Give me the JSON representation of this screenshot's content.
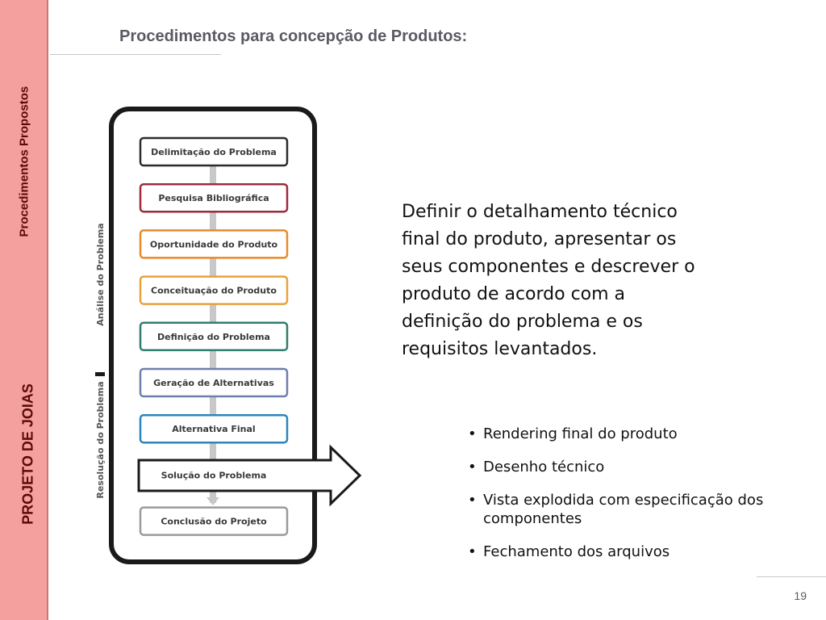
{
  "sidebar": {
    "section_label": "Procedimentos Propostos",
    "project_label": "PROJETO DE JOIAS"
  },
  "header": {
    "title": "Procedimentos para concepção de Produtos:"
  },
  "diagram": {
    "steps": [
      {
        "label": "Delimitação do Problema",
        "color": "#2b2b2b"
      },
      {
        "label": "Pesquisa Bibliográfica",
        "color": "#9c2a3b"
      },
      {
        "label": "Oportunidade do Produto",
        "color": "#e88a2a"
      },
      {
        "label": "Conceituação do Produto",
        "color": "#e8a23a"
      },
      {
        "label": "Definição do Problema",
        "color": "#2f7d6d"
      },
      {
        "label": "Geração de Alternativas",
        "color": "#6e7fae"
      },
      {
        "label": "Alternativa Final",
        "color": "#2a86b8"
      },
      {
        "label": "Solução do Problema",
        "color": "#2b2b2b"
      },
      {
        "label": "Conclusão do Projeto",
        "color": "#9a9a9a"
      }
    ],
    "highlighted_step": "Solução do Problema",
    "phases": [
      {
        "label": "Análise do Problema"
      },
      {
        "label": "Resolução do Problema"
      }
    ]
  },
  "description": "Definir o detalhamento técnico final do produto, apresentar os seus componentes e descrever o produto de acordo com a definição do problema e os requisitos levantados.",
  "bullets": [
    "Rendering final do produto",
    "Desenho técnico",
    "Vista explodida com especificação dos componentes",
    "Fechamento dos arquivos"
  ],
  "footer": {
    "page_number": "19"
  }
}
